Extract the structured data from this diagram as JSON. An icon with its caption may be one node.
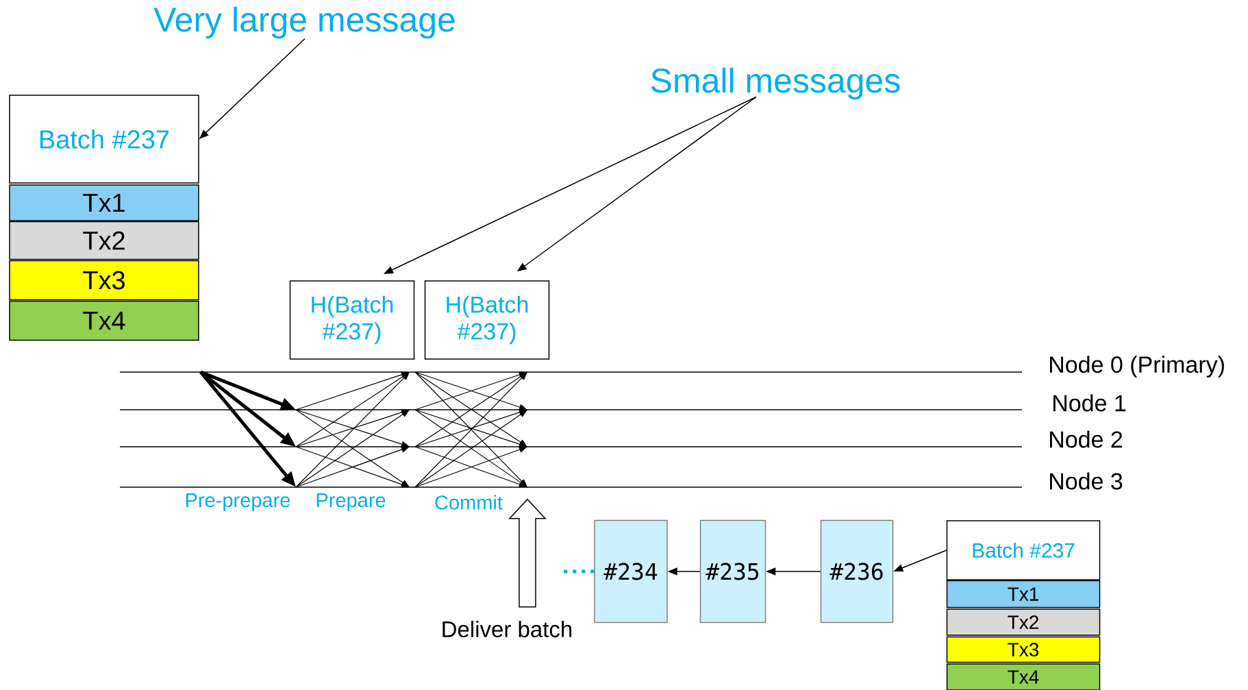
{
  "diagram": {
    "nodes": [
      {
        "text": [
          "Very large message"
        ]
      },
      {
        "text": [
          "Small messages"
        ]
      },
      {
        "text": [
          "Batch #237"
        ]
      },
      {
        "text": [
          "Tx1"
        ]
      },
      {
        "text": [
          "Tx2"
        ]
      },
      {
        "text": [
          "Tx3"
        ]
      },
      {
        "text": [
          "Tx4"
        ]
      },
      {
        "text": [
          "H(Batch #237)"
        ]
      },
      {
        "text": [
          "H(Batch #237)"
        ]
      },
      {
        "text": [
          "#234"
        ]
      },
      {
        "text": [
          "#235"
        ]
      },
      {
        "text": [
          "#236"
        ]
      },
      {
        "text": [
          "Batch #237"
        ]
      },
      {
        "text": [
          "Tx1"
        ]
      },
      {
        "text": [
          "Tx2"
        ]
      },
      {
        "text": [
          "Tx3"
        ]
      },
      {
        "text": [
          "Tx4"
        ]
      },
      {
        "text": [
          "Deliver batch"
        ]
      }
    ],
    "edges": [
      {
        "from": 0,
        "to": 2,
        "arrow": "to"
      },
      {
        "from": 1,
        "to": 7,
        "arrow": "to"
      },
      {
        "from": 1,
        "to": 8,
        "arrow": "to"
      },
      {
        "from": 12,
        "to": 11,
        "arrow": "to"
      },
      {
        "from": 11,
        "to": 10,
        "arrow": "to"
      },
      {
        "from": 10,
        "to": 9,
        "arrow": "to"
      },
      {
        "from": 9,
        "to": null,
        "arrow": "none",
        "style": "dashed",
        "color": "#00aeef"
      },
      {
        "from": 17,
        "to": null,
        "arrow": "to",
        "style": "thick"
      }
    ],
    "labels": [
      "Node 0 (Primary)",
      "Node 1",
      "Node 2",
      "Node 3",
      "Pre-prepare",
      "Prepare",
      "Commit"
    ]
  }
}
